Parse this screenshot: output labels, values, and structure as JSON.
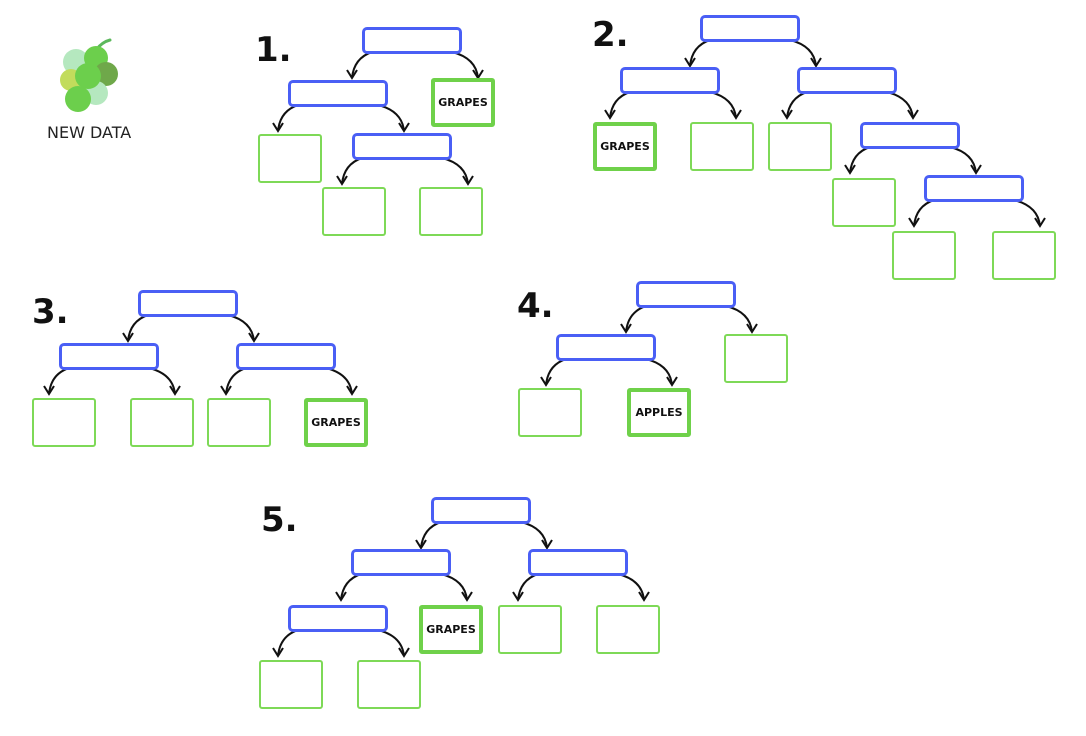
{
  "new_data": {
    "label": "NEW DATA",
    "icon": "grapes-icon"
  },
  "trees": [
    {
      "number": "1.",
      "leaf_labels": [
        "GRAPES",
        "",
        "",
        ""
      ]
    },
    {
      "number": "2.",
      "leaf_labels": [
        "GRAPES",
        "",
        "",
        "",
        "",
        ""
      ]
    },
    {
      "number": "3.",
      "leaf_labels": [
        "",
        "",
        "",
        "GRAPES"
      ]
    },
    {
      "number": "4.",
      "leaf_labels": [
        "",
        "",
        "APPLES"
      ]
    },
    {
      "number": "5.",
      "leaf_labels": [
        "GRAPES",
        "",
        "",
        "",
        ""
      ]
    }
  ],
  "colors": {
    "decision_node": "#4a5ff5",
    "leaf_node": "#7ed957",
    "arrow": "#111111"
  }
}
